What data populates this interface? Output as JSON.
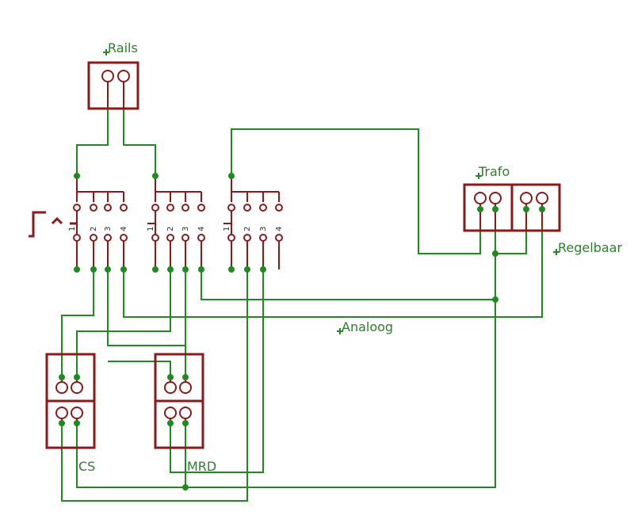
{
  "labels": {
    "rails": "Rails",
    "trafo": "Trafo",
    "regelbaar": "Regelbaar",
    "analoog": "Analoog",
    "cs": "CS",
    "mrd": "MRD"
  },
  "switch_pins": [
    "1",
    "2",
    "3",
    "4"
  ],
  "colors": {
    "wire": "#1f8a1f",
    "part": "#8b1a1a",
    "label": "#2e7d2e"
  }
}
